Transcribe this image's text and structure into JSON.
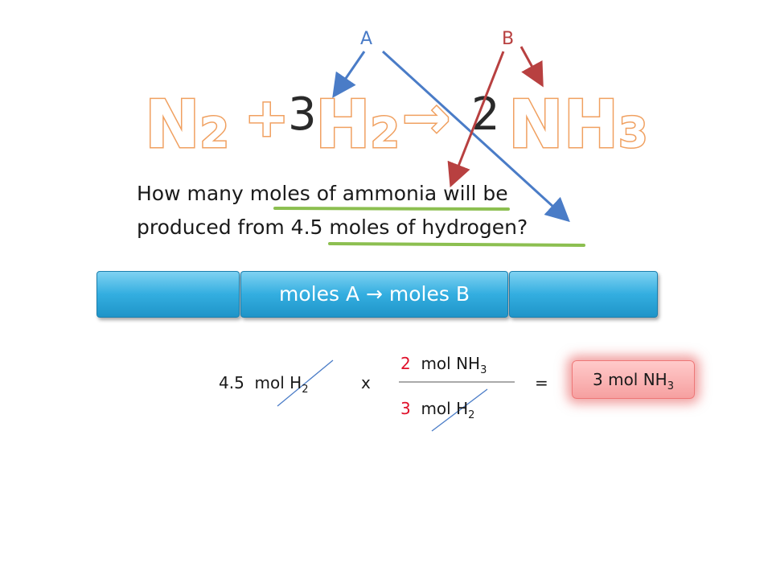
{
  "labels": {
    "a": "A",
    "b": "B"
  },
  "equation": {
    "reactant1": "N",
    "reactant1_sub": "2",
    "plus": "+",
    "coef_h2": "3",
    "reactant2": "H",
    "reactant2_sub": "2",
    "arrow": "→",
    "coef_nh3": "2",
    "product": "NH",
    "product_sub": "3"
  },
  "question": {
    "line1": "How many moles of ammonia will be",
    "line2": "produced from 4.5 moles of hydrogen?"
  },
  "steps": {
    "middle": "moles A  →  moles B"
  },
  "calc": {
    "given_value": "4.5",
    "given_unit": "mol H",
    "given_sub": "2",
    "times": "x",
    "num_coef": "2",
    "num_unit": "mol NH",
    "num_sub": "3",
    "den_coef": "3",
    "den_unit": "mol H",
    "den_sub": "2",
    "equals": "=",
    "result": "3 mol NH",
    "result_sub": "3"
  },
  "colors": {
    "blue_arrow": "#4a7cc7",
    "red_arrow": "#b84040",
    "underline": "#8cbf50",
    "bar": "#33aee0"
  }
}
